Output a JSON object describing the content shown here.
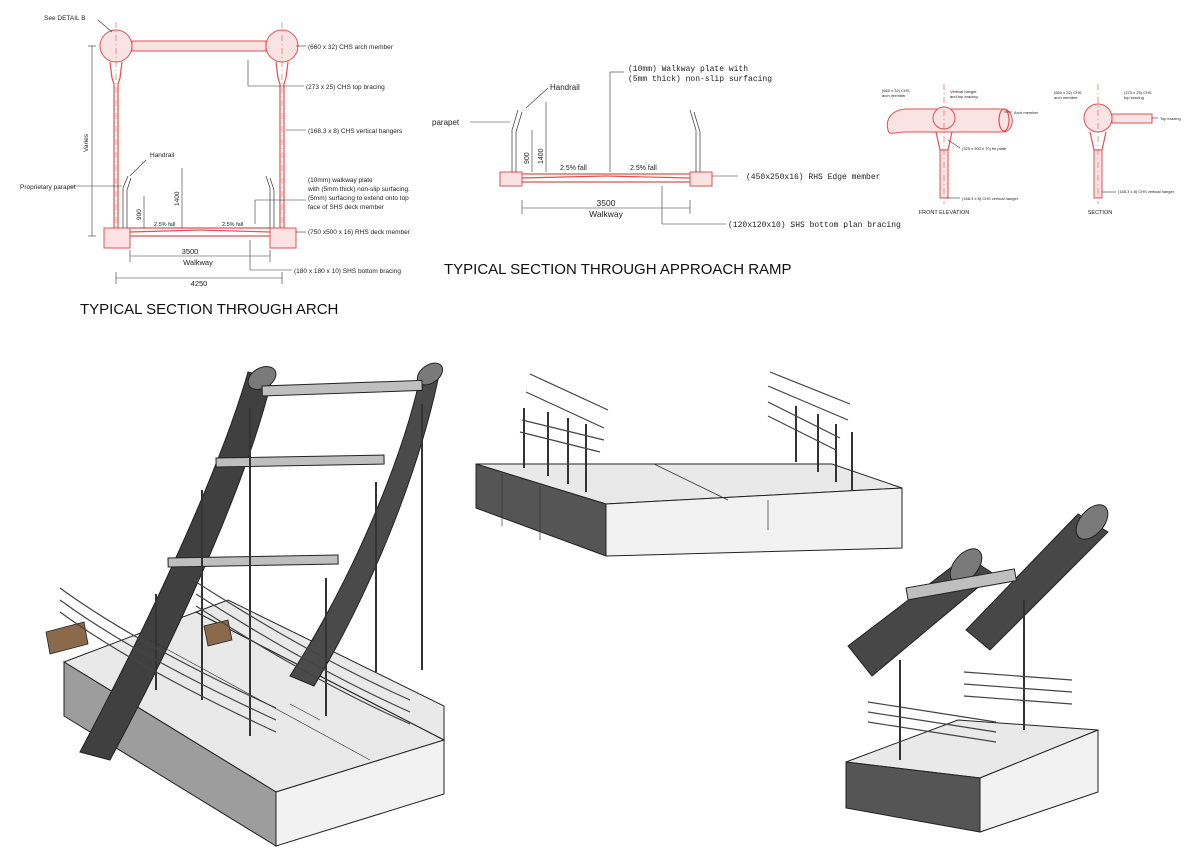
{
  "arch_section": {
    "title": "TYPICAL SECTION THROUGH ARCH",
    "labels": {
      "detail_ref": "See DETAIL B",
      "arch_member": "(660 x 32) CHS arch member",
      "top_bracing": "(273 x 25) CHS top bracing",
      "vertical_hangers": "(168.3 x 8) CHS vertical hangers",
      "handrail": "Handrail",
      "parapet": "Proprietary parapet",
      "varies": "Varies",
      "walkway_note": [
        "(10mm) walkway plate",
        "with (5mm thick) non-slip surfacing.",
        "(5mm) surfacing to extend onto top",
        "face of SHS deck member"
      ],
      "deck_member": "(750 x500 x 16) RHS deck member",
      "bottom_bracing": "(180 x 180 x 10) SHS bottom bracing",
      "fall_left": "2.5% fall",
      "fall_right": "2.5% fall",
      "dim_900": "900",
      "dim_1400": "1400",
      "dim_walkway": "3500",
      "walkway": "Walkway",
      "dim_overall": "4250"
    }
  },
  "ramp_section": {
    "title": "TYPICAL SECTION THROUGH APPROACH RAMP",
    "labels": {
      "walkway_note": [
        "(10mm) Walkway plate with",
        "(5mm thick) non-slip surfacing"
      ],
      "handrail": "Handrail",
      "parapet": "parapet",
      "dim_900": "900",
      "dim_1400": "1400",
      "fall_left": "2.5% fall",
      "fall_right": "2.5% fall",
      "edge_member": "(450x250x16) RHS Edge member",
      "dim_walkway": "3500",
      "walkway": "Walkway",
      "bottom_bracing": "(120x120x10) SHS bottom plan bracing"
    }
  },
  "detail_b": {
    "front_elevation": {
      "caption": "FRONT ELEVATION",
      "labels": [
        "(660 x 32) CHS",
        "arch member",
        "Vertical hanger",
        "and top bracing",
        "Arch member",
        "(325 x 300 x 70) fin plate",
        "(168.3 x 8) CHS vertical hanger"
      ]
    },
    "section": {
      "caption": "SECTION",
      "labels": [
        "(660 x 32) CHS",
        "arch member",
        "(273 x 25) CHS",
        "top bracing",
        "Top bracing",
        "(168.3 x 8) CHS vertical hanger"
      ]
    }
  },
  "colors": {
    "linework": "#e05050",
    "shade_light": "#e9e9e9",
    "shade_mid": "#9d9d9d",
    "shade_dark": "#555555",
    "timber": "#8a6a4a"
  }
}
